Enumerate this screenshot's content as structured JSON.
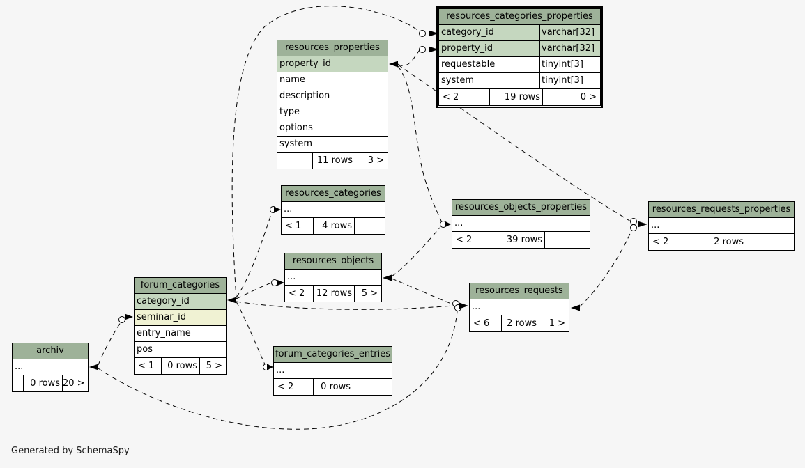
{
  "credit": "Generated by SchemaSpy",
  "colors": {
    "header_bg": "#9EB299",
    "primary_key_bg": "#C5D7BF",
    "indexed_bg": "#F0F2D3",
    "row_bg": "#FFFFFF",
    "border": "#000000",
    "page_bg": "#F6F6F6"
  },
  "tables": [
    {
      "id": "rcp",
      "title": "resources_categories_properties",
      "emphasized": true,
      "columns": [
        {
          "name": "category_id",
          "type": "varchar[32]",
          "style": "pk"
        },
        {
          "name": "property_id",
          "type": "varchar[32]",
          "style": "pk"
        },
        {
          "name": "requestable",
          "type": "tinyint[3]",
          "style": "plain"
        },
        {
          "name": "system",
          "type": "tinyint[3]",
          "style": "plain"
        }
      ],
      "footer": [
        "< 2",
        "19 rows",
        "0 >"
      ]
    },
    {
      "id": "rp",
      "title": "resources_properties",
      "columns": [
        {
          "name": "property_id",
          "style": "pk"
        },
        {
          "name": "name",
          "style": "plain"
        },
        {
          "name": "description",
          "style": "plain"
        },
        {
          "name": "type",
          "style": "plain"
        },
        {
          "name": "options",
          "style": "plain"
        },
        {
          "name": "system",
          "style": "plain"
        }
      ],
      "footer": [
        "",
        "11 rows",
        "3 >"
      ]
    },
    {
      "id": "rc",
      "title": "resources_categories",
      "rows_label": "...",
      "footer": [
        "< 1",
        "4 rows",
        ""
      ]
    },
    {
      "id": "rop",
      "title": "resources_objects_properties",
      "rows_label": "...",
      "footer": [
        "< 2",
        "39 rows",
        ""
      ]
    },
    {
      "id": "rrp",
      "title": "resources_requests_properties",
      "rows_label": "...",
      "footer": [
        "< 2",
        "2 rows",
        ""
      ]
    },
    {
      "id": "ro",
      "title": "resources_objects",
      "rows_label": "...",
      "footer": [
        "< 2",
        "12 rows",
        "5 >"
      ]
    },
    {
      "id": "rr",
      "title": "resources_requests",
      "rows_label": "...",
      "footer": [
        "< 6",
        "2 rows",
        "1 >"
      ]
    },
    {
      "id": "fc",
      "title": "forum_categories",
      "columns": [
        {
          "name": "category_id",
          "style": "pk"
        },
        {
          "name": "seminar_id",
          "style": "fk"
        },
        {
          "name": "entry_name",
          "style": "plain"
        },
        {
          "name": "pos",
          "style": "plain"
        }
      ],
      "footer": [
        "< 1",
        "0 rows",
        "5 >"
      ]
    },
    {
      "id": "archiv",
      "title": "archiv",
      "rows_label": "...",
      "footer": [
        "",
        "0 rows",
        "20 >"
      ]
    },
    {
      "id": "fce",
      "title": "forum_categories_entries",
      "rows_label": "...",
      "footer": [
        "< 2",
        "0 rows",
        ""
      ]
    }
  ],
  "relationships": [
    {
      "from": "forum_categories.category_id",
      "to": "resources_categories_properties.category_id"
    },
    {
      "from": "resources_properties.property_id",
      "to": "resources_categories_properties.property_id"
    },
    {
      "from": "forum_categories.category_id",
      "to": "resources_categories"
    },
    {
      "from": "forum_categories.category_id",
      "to": "resources_objects"
    },
    {
      "from": "forum_categories.category_id",
      "to": "forum_categories_entries"
    },
    {
      "from": "forum_categories.category_id",
      "to": "resources_requests"
    },
    {
      "from": "archiv",
      "to": "forum_categories.seminar_id"
    },
    {
      "from": "archiv",
      "to": "resources_requests"
    },
    {
      "from": "resources_properties.property_id",
      "to": "resources_objects_properties"
    },
    {
      "from": "resources_properties.property_id",
      "to": "resources_requests_properties"
    },
    {
      "from": "resources_objects",
      "to": "resources_requests"
    },
    {
      "from": "resources_requests",
      "to": "resources_requests_properties"
    },
    {
      "from": "resources_objects",
      "to": "resources_objects_properties"
    }
  ]
}
